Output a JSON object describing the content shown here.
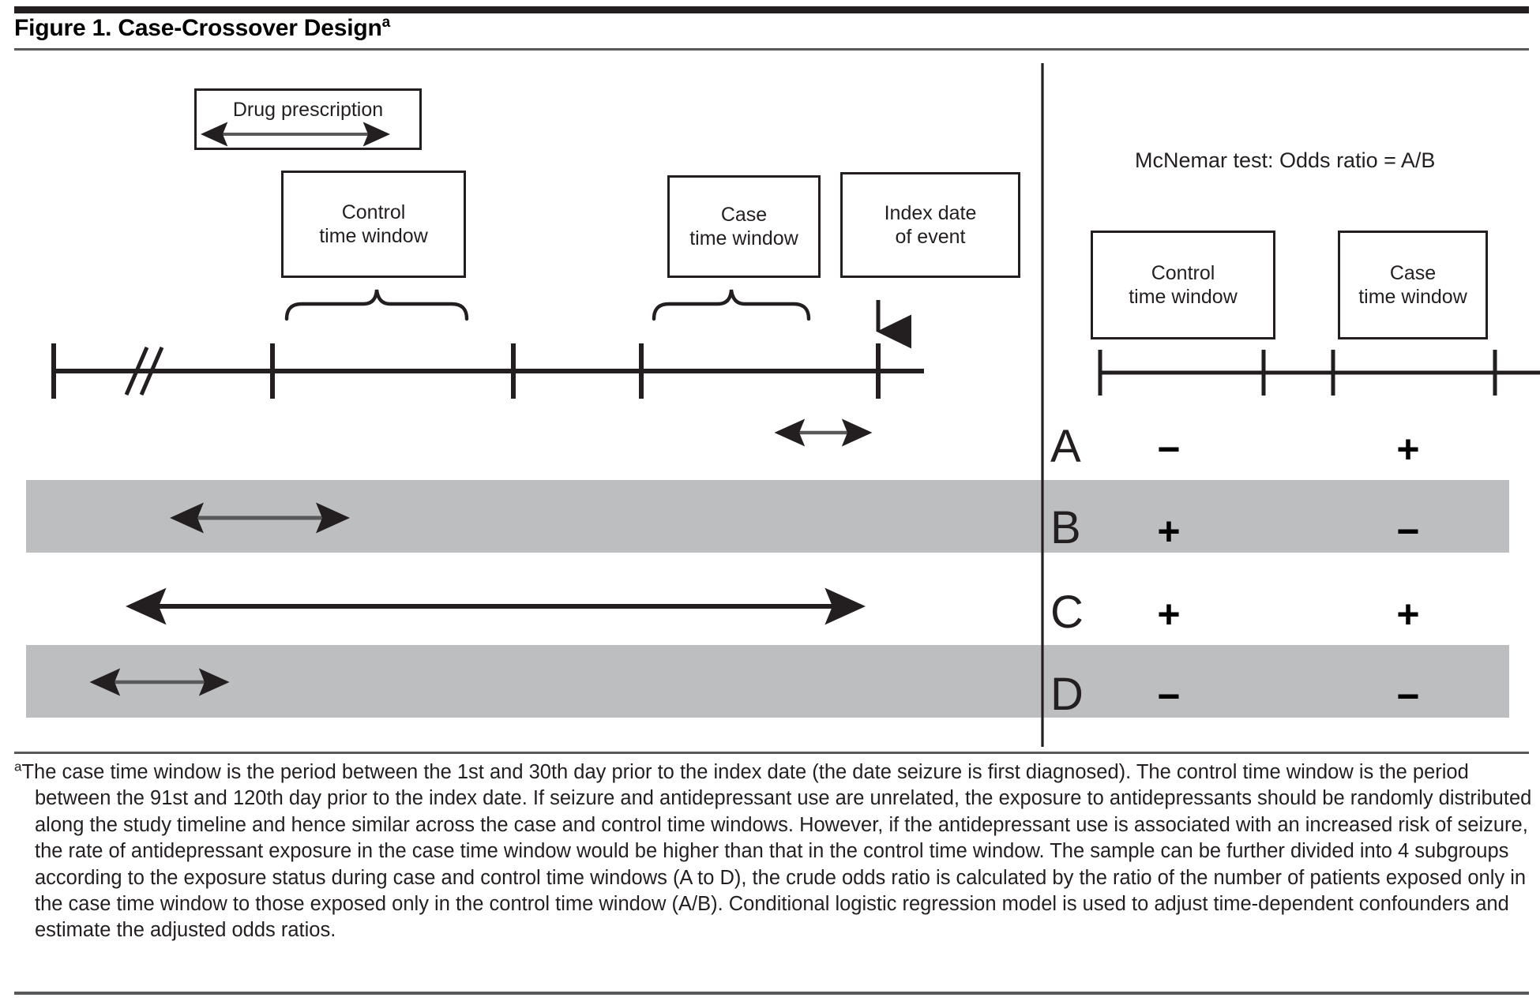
{
  "figure": {
    "title": "Figure 1. Case-Crossover Design",
    "title_superscript": "a"
  },
  "left_panel": {
    "boxes": {
      "drug_prescription": {
        "line1": "Drug prescription"
      },
      "control_time_window": {
        "line1": "Control",
        "line2": "time window"
      },
      "case_time_window": {
        "line1": "Case",
        "line2": "time window"
      },
      "index_date": {
        "line1": "Index date",
        "line2": "of event"
      }
    },
    "timeline": {
      "break_symbol": "//",
      "tick_count": 5
    },
    "group_rows": [
      {
        "letter": "A",
        "exposure_arrow": "case-window-only"
      },
      {
        "letter": "B",
        "exposure_arrow": "control-window-only"
      },
      {
        "letter": "C",
        "exposure_arrow": "both-windows"
      },
      {
        "letter": "D",
        "exposure_arrow": "neither-window"
      }
    ]
  },
  "right_panel": {
    "mcnemar_caption": "McNemar test: Odds ratio = A/B",
    "boxes": {
      "control_time_window": {
        "line1": "Control",
        "line2": "time window"
      },
      "case_time_window": {
        "line1": "Case",
        "line2": "time window"
      }
    },
    "column_headers": [
      "Control time window",
      "Case time window"
    ],
    "rows": [
      {
        "letter": "A",
        "control": "−",
        "case": "+"
      },
      {
        "letter": "B",
        "control": "+",
        "case": "−"
      },
      {
        "letter": "C",
        "control": "+",
        "case": "+"
      },
      {
        "letter": "D",
        "control": "−",
        "case": "−"
      }
    ]
  },
  "footnote": {
    "marker": "a",
    "text": "The case time window is the period between the 1st and 30th day prior to the index date (the date seizure is first diagnosed). The control time window is the period between the 91st and 120th day prior to the index date. If seizure and antidepressant use are unrelated, the exposure to antidepressants should be randomly distributed along the study timeline and hence similar across the case and control time windows. However, if the antidepressant use is associated with an increased risk of seizure, the rate of antidepressant exposure in the case time window would be higher than that in the control time window. The sample can be further divided into 4 subgroups according to the exposure status during case and control time windows (A to D), the crude odds ratio is calculated by the ratio of the number of patients exposed only in the case time window to those exposed only in the control time window (A/B). Conditional logistic regression model is used to adjust time-dependent confounders and estimate the adjusted odds ratios."
  },
  "colors": {
    "ink": "#231f20",
    "band_gray": "#bcbec0",
    "rule_gray": "#58595b",
    "arrow_dark": "#231f20",
    "arrow_mid": "#595959"
  }
}
